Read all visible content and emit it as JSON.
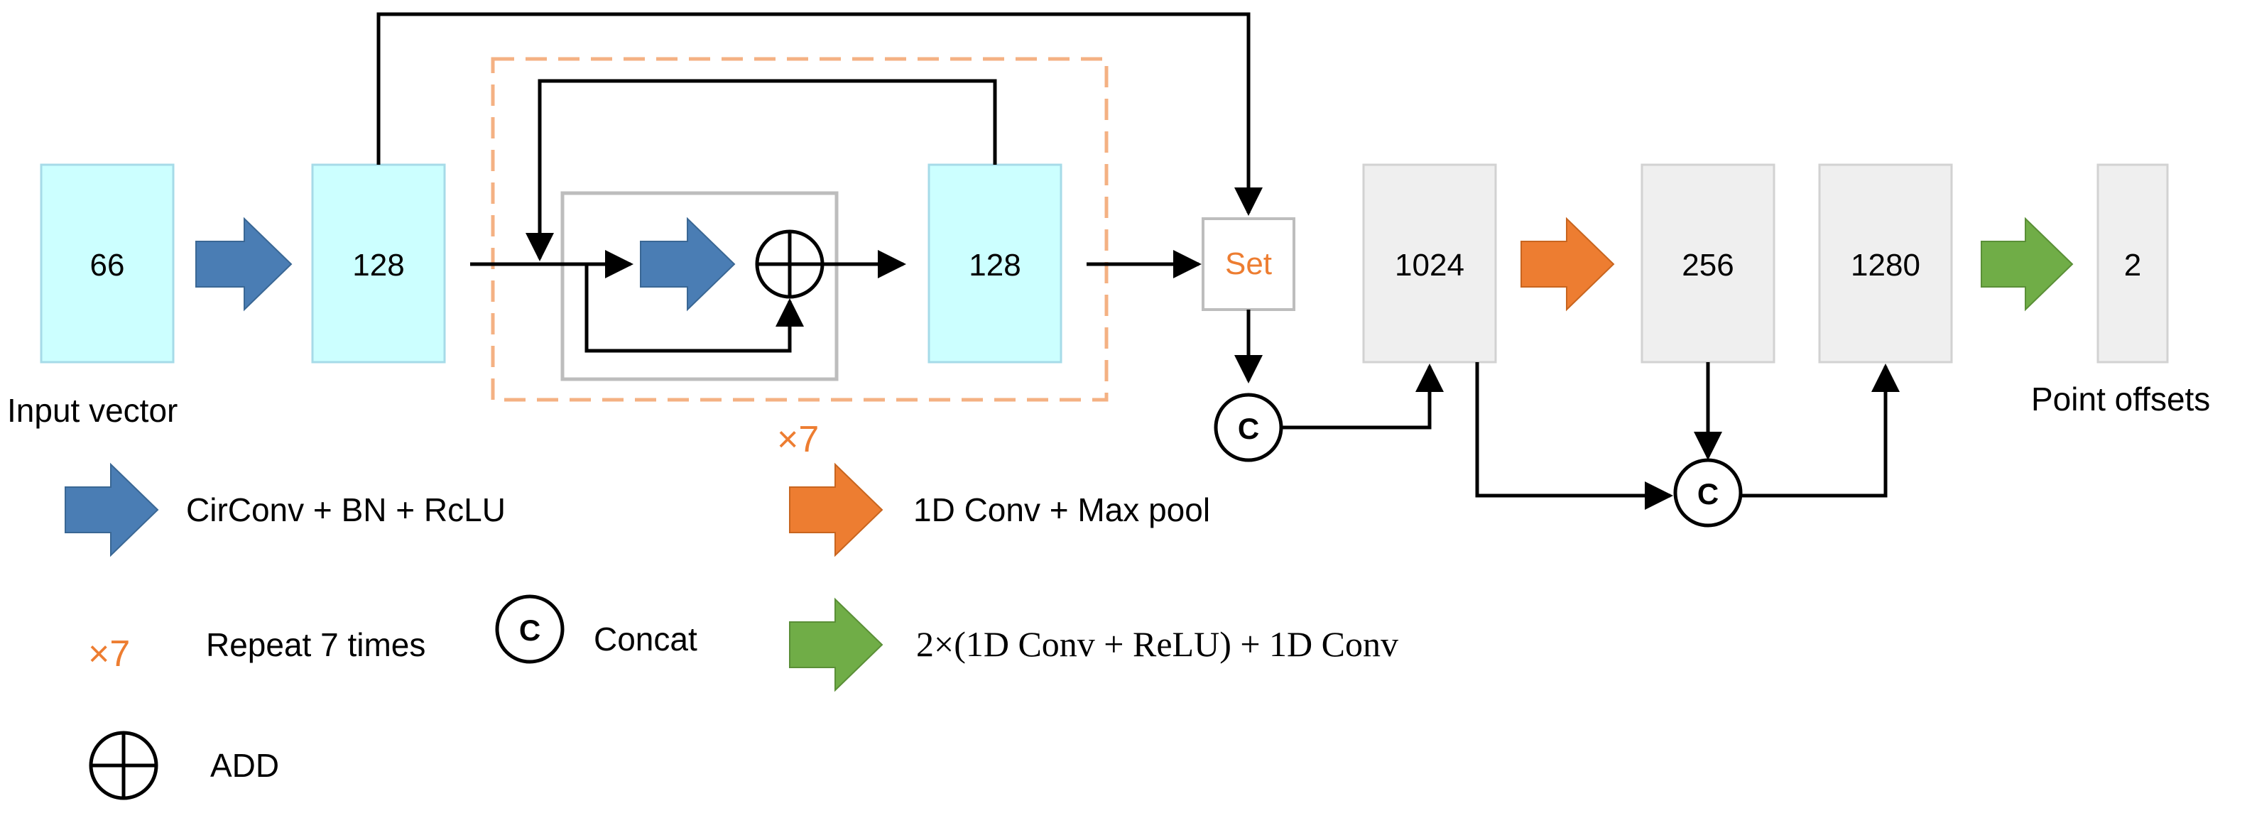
{
  "nodes": {
    "input": "66",
    "enc1": "128",
    "enc2": "128",
    "set": "Set",
    "n1024": "1024",
    "n256": "256",
    "n1280": "1280",
    "out": "2"
  },
  "labels": {
    "input_vector": "Input vector",
    "point_offsets": "Point offsets",
    "repeat_marker": "×7"
  },
  "concat_symbol": "C",
  "legend": {
    "circonv": "CirConv + BN + RcLU",
    "conv_maxpool": "1D Conv + Max pool",
    "repeat_marker": "×7",
    "repeat": "Repeat 7 times",
    "concat_symbol": "C",
    "concat": "Concat",
    "conv_relu": "2×(1D Conv + ReLU) + 1D Conv",
    "add": "ADD"
  },
  "colors": {
    "cyan_box": "#ccffff",
    "cyan_box_border": "#a6dbe8",
    "gray_box": "#efefef",
    "gray_box_border": "#d2d2d2",
    "blue_arrow": "#4a7db4",
    "orange_arrow": "#ed7d31",
    "green_arrow": "#70ad47",
    "orange_text": "#ed7d31",
    "dashed_border": "#f4b183",
    "inner_box_border": "#bdbdbd"
  },
  "icons": {
    "blue_arrow": "block-arrow-right",
    "orange_arrow": "block-arrow-right",
    "green_arrow": "block-arrow-right",
    "add": "circled-plus-icon",
    "concat": "circled-c-icon"
  }
}
